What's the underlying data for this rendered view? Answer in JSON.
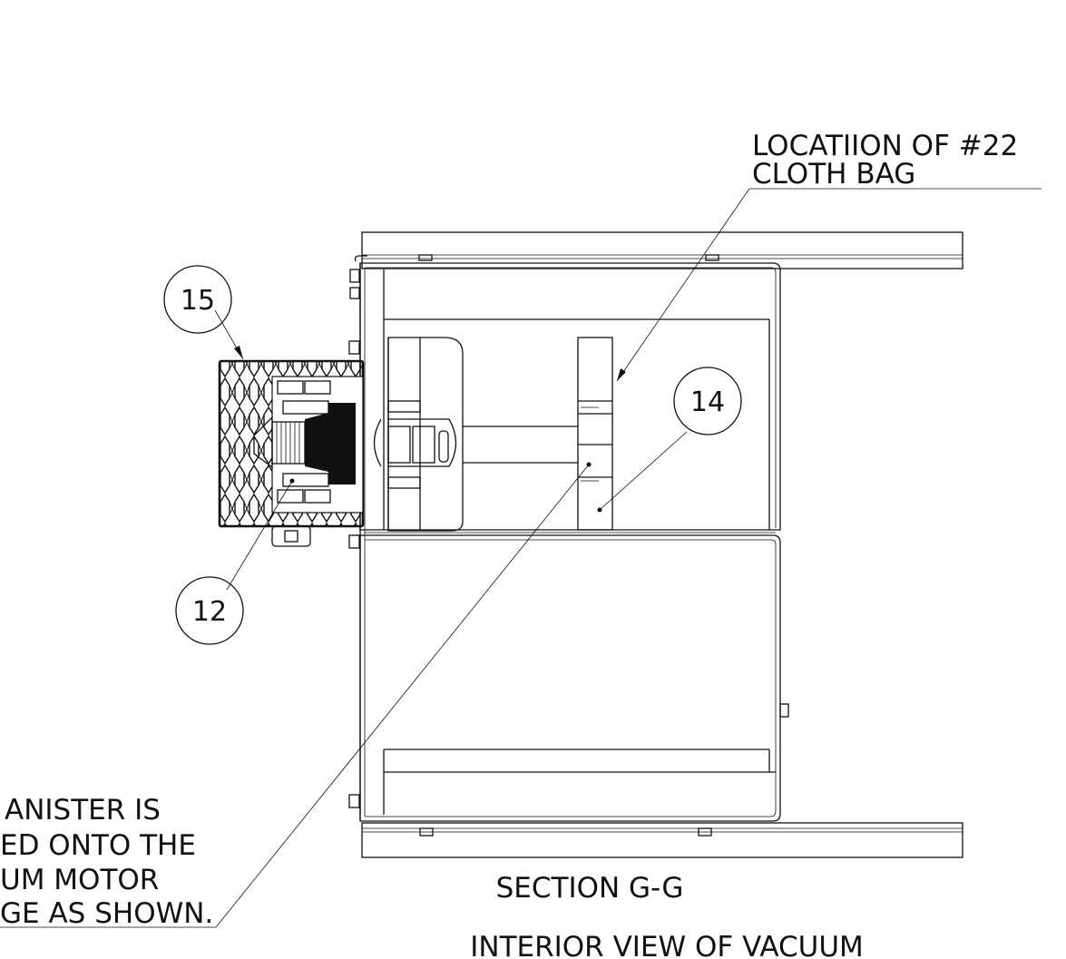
{
  "drawing": {
    "callout_bag": {
      "line1": "LOCATIION OF #22",
      "line2": "CLOTH BAG"
    },
    "callout_canister": {
      "line1": "ANISTER IS",
      "line2": "ED ONTO THE",
      "line3": "UM MOTOR",
      "line4": "GE AS SHOWN."
    },
    "balloons": {
      "b15": "15",
      "b14": "14",
      "b12": "12"
    },
    "section_title": "SECTION G-G",
    "view_title": "INTERIOR VIEW OF VACUUM"
  }
}
